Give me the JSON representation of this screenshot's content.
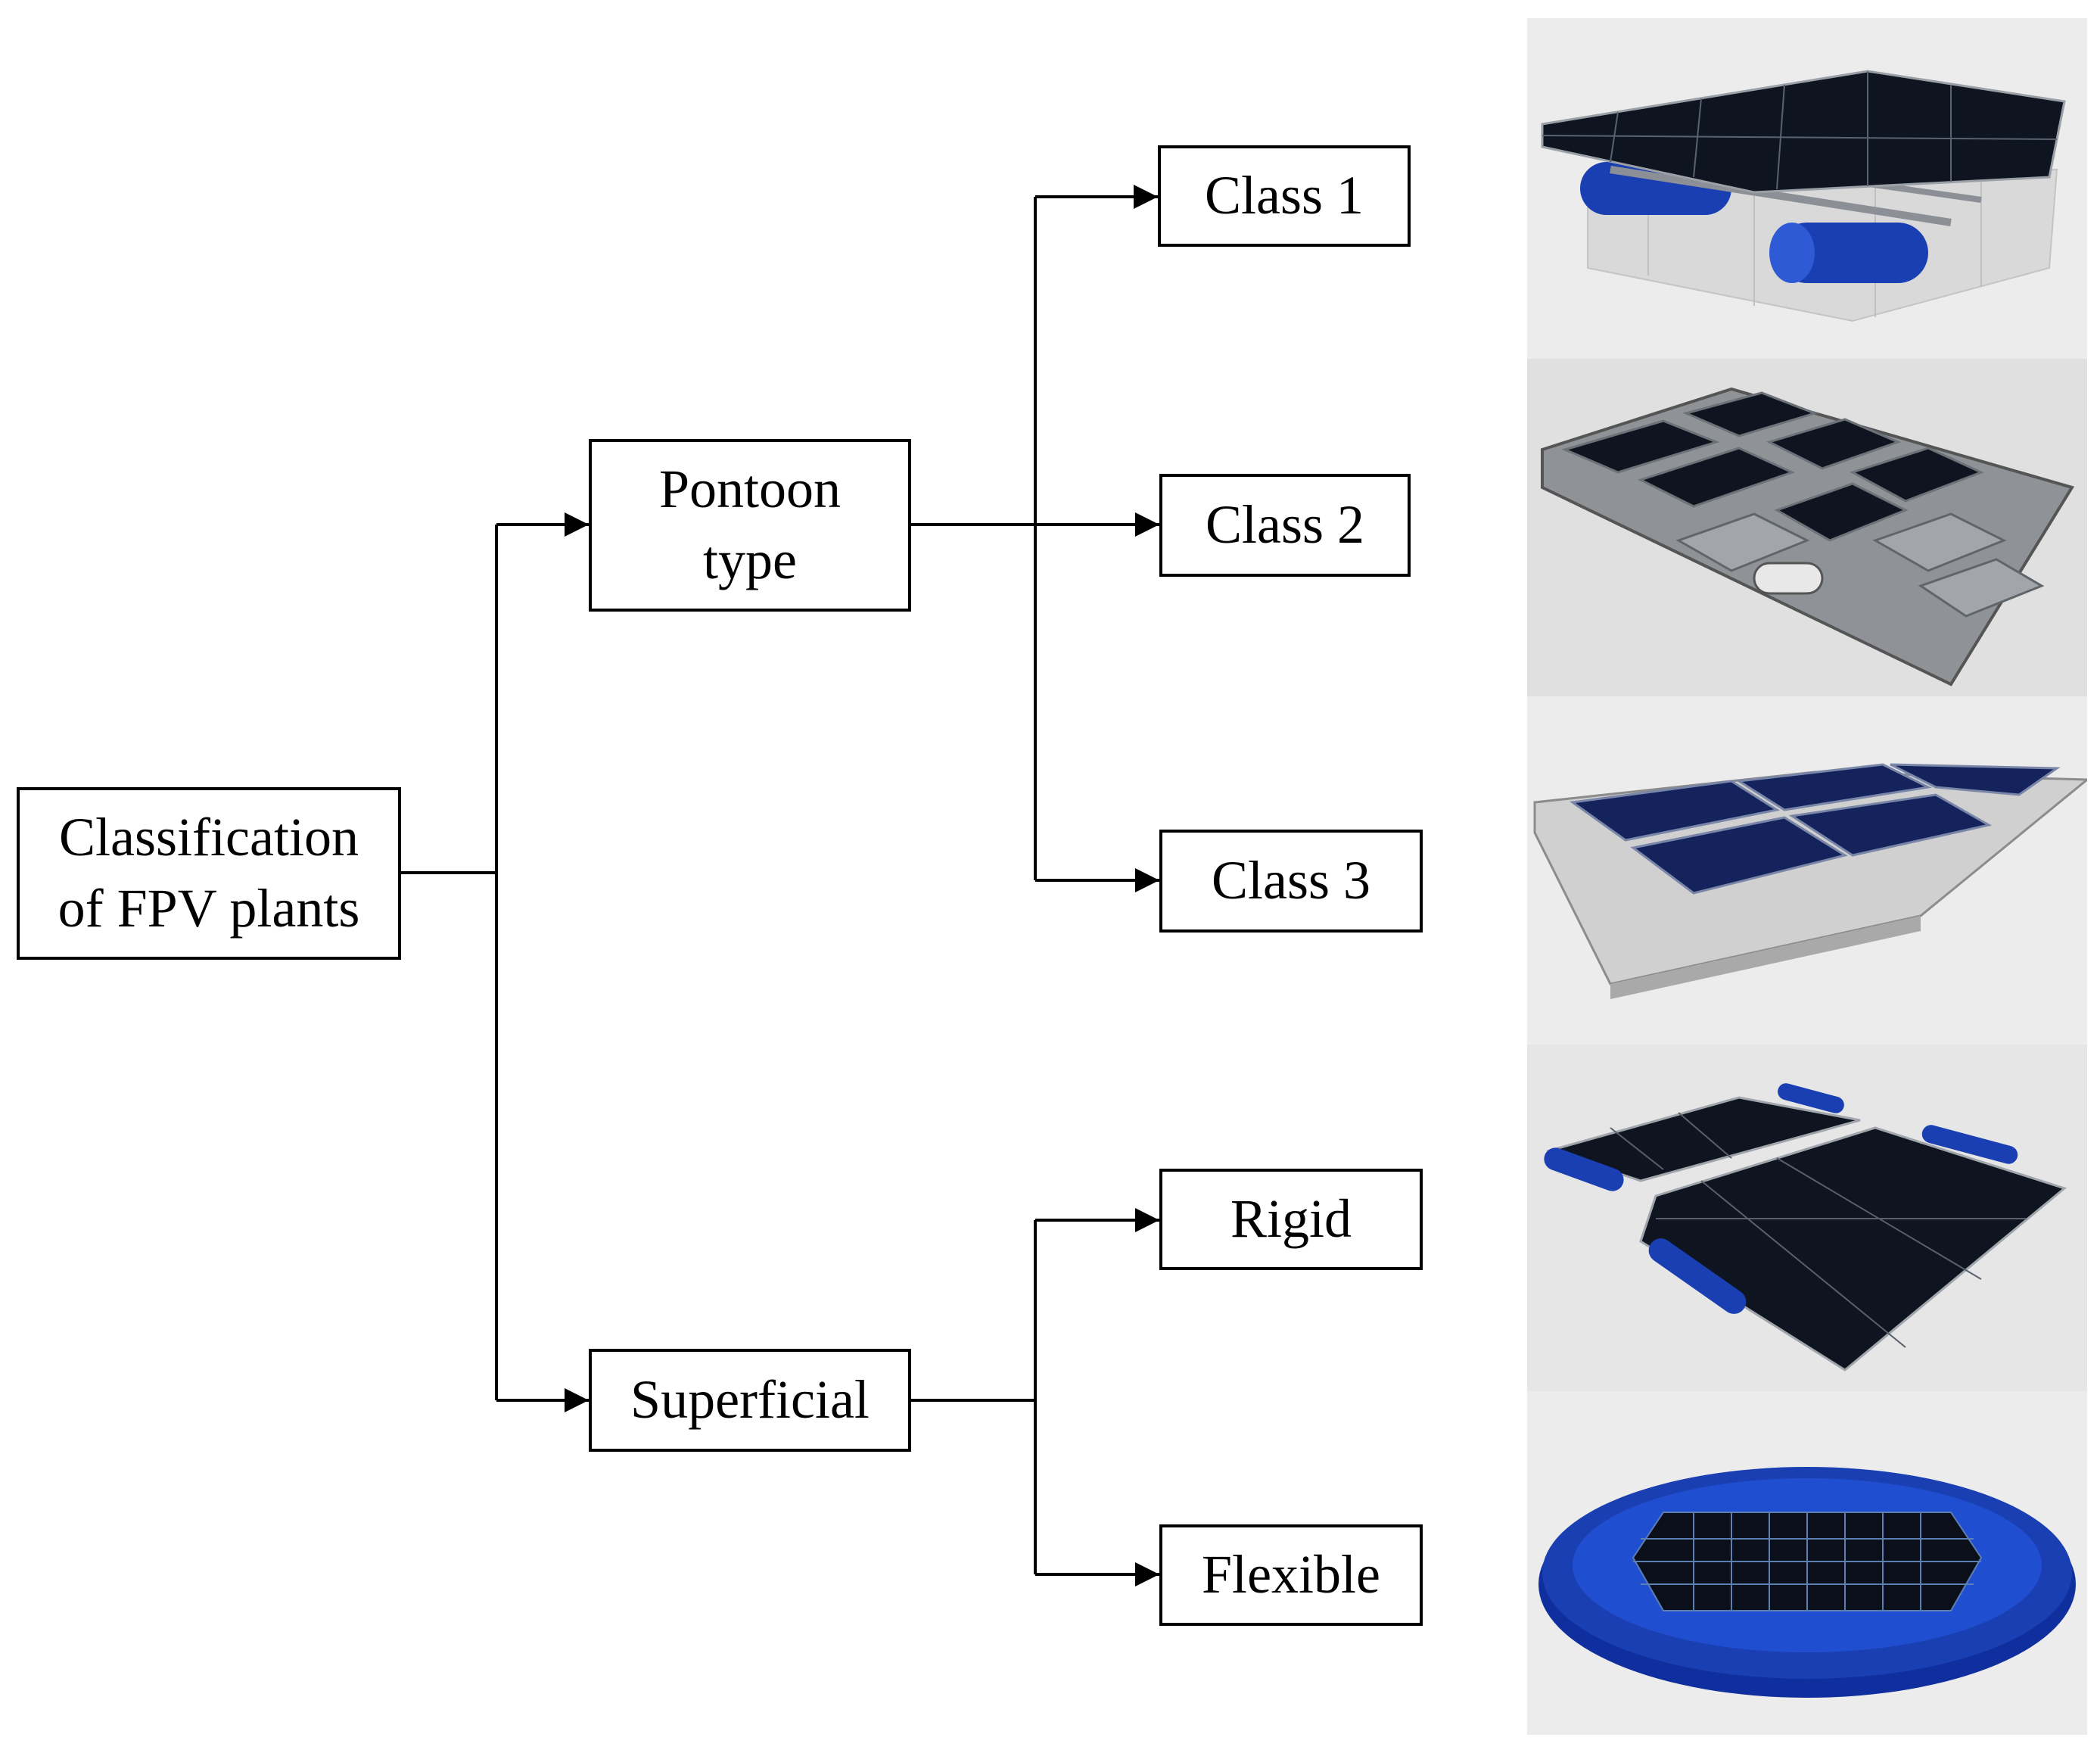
{
  "root": {
    "line1": "Classification",
    "line2": "of FPV plants"
  },
  "pontoon": {
    "line1": "Pontoon",
    "line2": "type"
  },
  "superficial": {
    "label": "Superficial"
  },
  "classes": [
    {
      "label": "Class 1"
    },
    {
      "label": "Class 2"
    },
    {
      "label": "Class 3"
    }
  ],
  "superficial_types": [
    {
      "label": "Rigid"
    },
    {
      "label": "Flexible"
    }
  ],
  "colors": {
    "pontoon_blue": "#1a3fb3",
    "panel_dark": "#0e1420",
    "panel_navy": "#14235c",
    "frame_gray": "#7a7d82",
    "background_gray": "#e6e6e6"
  }
}
